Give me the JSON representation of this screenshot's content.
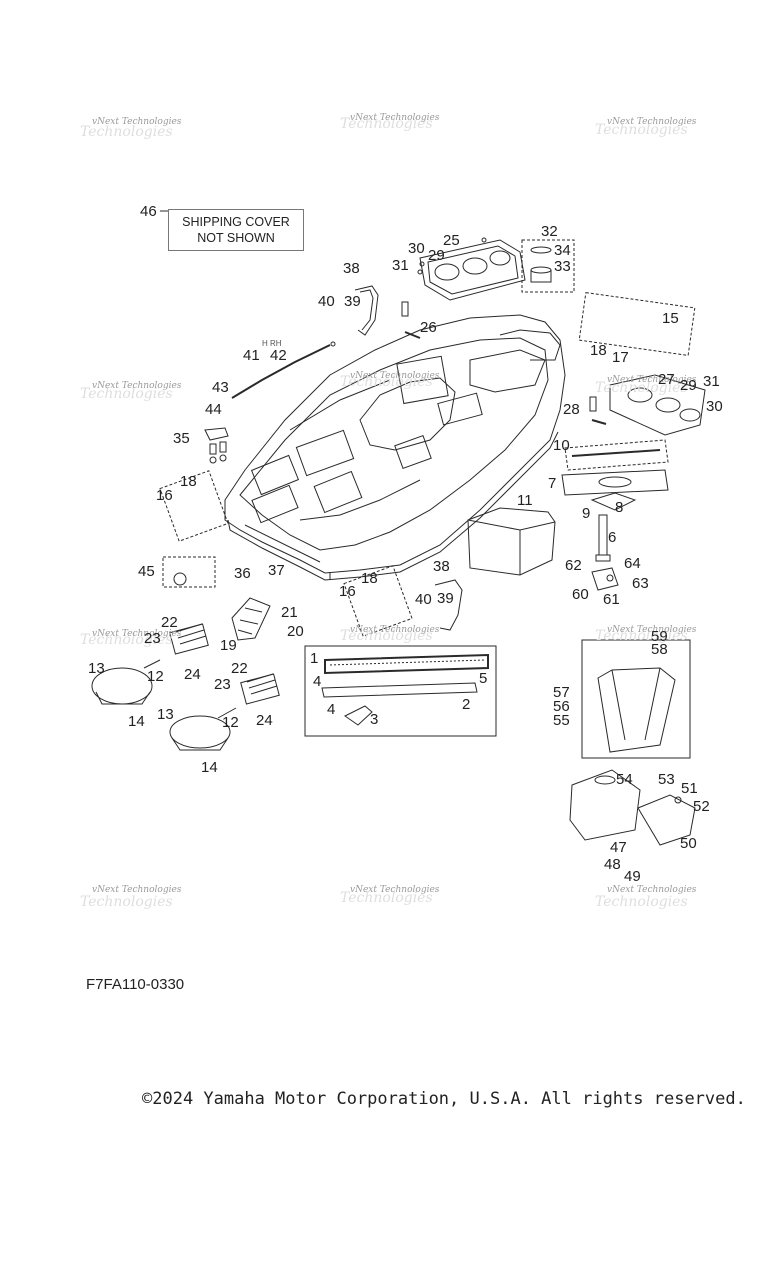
{
  "diagram": {
    "shipping_cover_line1": "SHIPPING COVER",
    "shipping_cover_line2": "NOT SHOWN",
    "diagram_code": "F7FA110-0330",
    "copyright": "©2024 Yamaha Motor Corporation, U.S.A. All rights reserved.",
    "watermark": "vNext Technologies",
    "side_marks": "H RH",
    "callouts": [
      "1",
      "2",
      "3",
      "4",
      "4",
      "5",
      "6",
      "7",
      "8",
      "9",
      "10",
      "11",
      "12",
      "12",
      "13",
      "13",
      "14",
      "14",
      "15",
      "16",
      "16",
      "17",
      "18",
      "18",
      "18",
      "19",
      "20",
      "21",
      "22",
      "22",
      "23",
      "23",
      "24",
      "24",
      "25",
      "26",
      "27",
      "28",
      "29",
      "29",
      "30",
      "30",
      "31",
      "31",
      "32",
      "33",
      "34",
      "35",
      "36",
      "37",
      "38",
      "38",
      "39",
      "39",
      "40",
      "40",
      "41",
      "42",
      "43",
      "44",
      "45",
      "46",
      "47",
      "48",
      "49",
      "50",
      "51",
      "52",
      "53",
      "54",
      "55",
      "56",
      "57",
      "58",
      "59",
      "60",
      "61",
      "62",
      "63",
      "64"
    ]
  },
  "colors": {
    "line": "#2a2a2a",
    "watermark": "#9a9a9a",
    "background": "#ffffff"
  }
}
